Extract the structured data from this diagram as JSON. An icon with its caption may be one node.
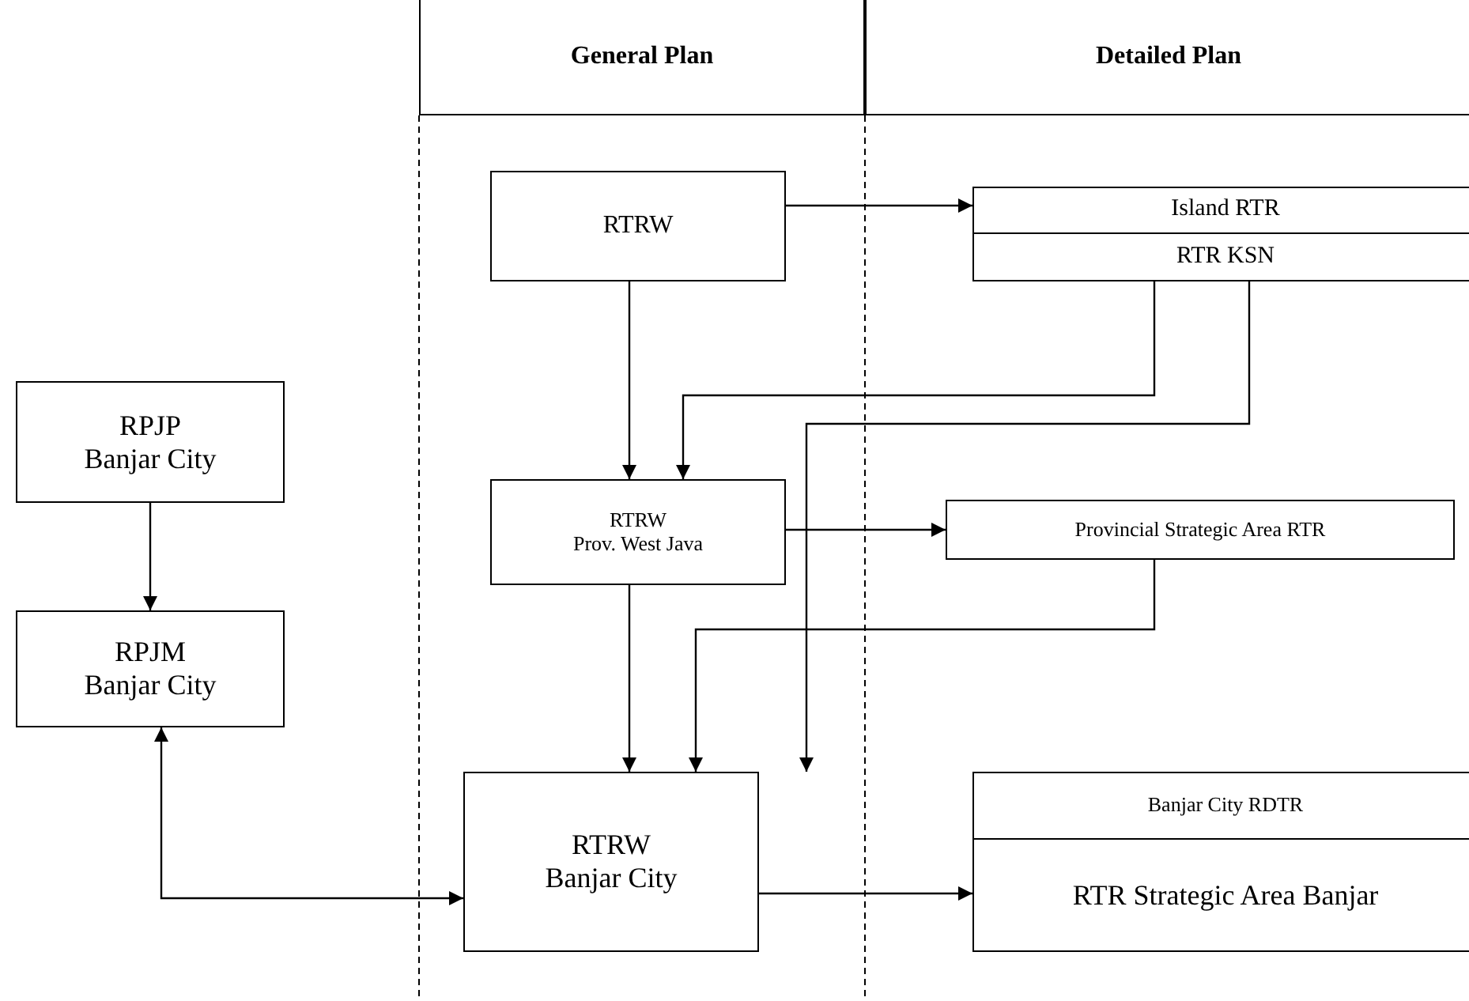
{
  "diagram": {
    "nodes": [
      {
        "text": [
          "General Plan"
        ]
      },
      {
        "text": [
          "Detailed Plan"
        ]
      },
      {
        "text": [
          "RTRW"
        ]
      },
      {
        "text": [
          "Island RTR"
        ]
      },
      {
        "text": [
          "RTR KSN"
        ]
      },
      {
        "text": [
          "RPJP",
          "Banjar City"
        ]
      },
      {
        "text": [
          "RPJM",
          "Banjar City"
        ]
      },
      {
        "text": [
          "RTRW",
          "Prov. West Java"
        ]
      },
      {
        "text": [
          "Provincial Strategic Area RTR"
        ]
      },
      {
        "text": [
          "RTRW",
          "Banjar City"
        ]
      },
      {
        "text": [
          "Banjar City RDTR"
        ]
      },
      {
        "text": [
          "RTR Strategic Area Banjar"
        ]
      }
    ],
    "edges": [
      {
        "from": 2,
        "to": 3,
        "arrow": "to"
      },
      {
        "from": 2,
        "to": 7,
        "arrow": "to"
      },
      {
        "from": 4,
        "to": 7,
        "arrow": "to"
      },
      {
        "from": 4,
        "to": 9,
        "arrow": "to"
      },
      {
        "from": 7,
        "to": 8,
        "arrow": "to"
      },
      {
        "from": 7,
        "to": 9,
        "arrow": "to"
      },
      {
        "from": 8,
        "to": 9,
        "arrow": "to"
      },
      {
        "from": 5,
        "to": 6,
        "arrow": "to"
      },
      {
        "from": 6,
        "to": 9,
        "arrow": "both"
      },
      {
        "from": 9,
        "to": 11,
        "arrow": "to"
      }
    ]
  }
}
